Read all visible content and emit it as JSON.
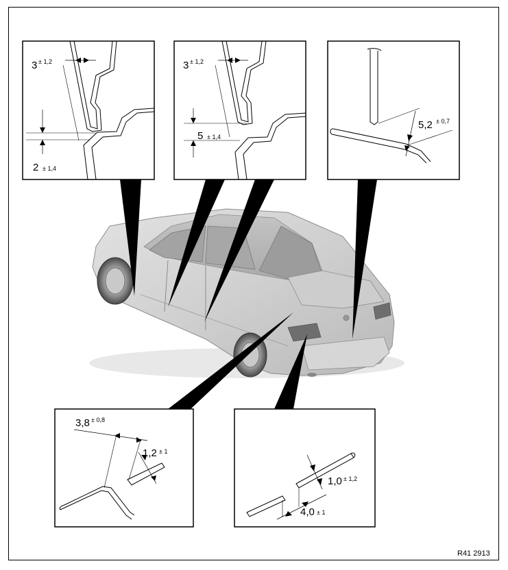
{
  "callouts": {
    "top_left": {
      "main": "3",
      "tol": "± 1,2",
      "main2": "2",
      "tol2": "± 1,4"
    },
    "top_middle": {
      "main": "3",
      "tol": "± 1,2",
      "main2": "5",
      "tol2": "± 1,4"
    },
    "top_right": {
      "main": "5,2",
      "tol": "± 0,7"
    },
    "bottom_left": {
      "main": "3,8",
      "tol": "± 0,8",
      "main2": "1,2",
      "tol2": "± 1"
    },
    "bottom_right": {
      "main": "1,0",
      "tol": "± 1,2",
      "main2": "4,0",
      "tol2": "± 1"
    }
  },
  "reference_code": "R41 2913"
}
